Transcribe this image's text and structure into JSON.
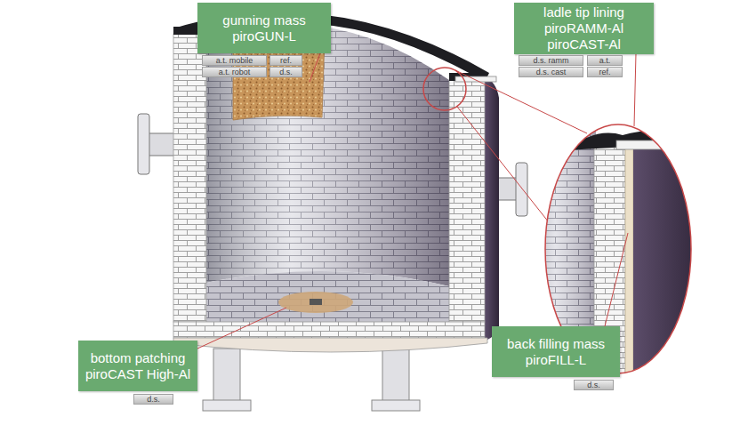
{
  "diagram": {
    "nodes": [
      {
        "text": [
          "gunning mass",
          "piroGUN-L"
        ]
      },
      {
        "text": [
          "a.t. mobile"
        ]
      },
      {
        "text": [
          "ref."
        ]
      },
      {
        "text": [
          "a.t. robot"
        ]
      },
      {
        "text": [
          "d.s."
        ]
      },
      {
        "text": [
          "ladle tip lining",
          "piroRAMM-Al",
          "piroCAST-Al"
        ]
      },
      {
        "text": [
          "d.s. ramm"
        ]
      },
      {
        "text": [
          "a.t."
        ]
      },
      {
        "text": [
          "d.s. cast"
        ]
      },
      {
        "text": [
          "ref."
        ]
      },
      {
        "text": [
          "back filling mass",
          "piroFILL-L"
        ]
      },
      {
        "text": [
          "d.s."
        ]
      },
      {
        "text": [
          "bottom patching",
          "piroCAST High-Al"
        ]
      },
      {
        "text": [
          "d.s."
        ]
      }
    ]
  }
}
